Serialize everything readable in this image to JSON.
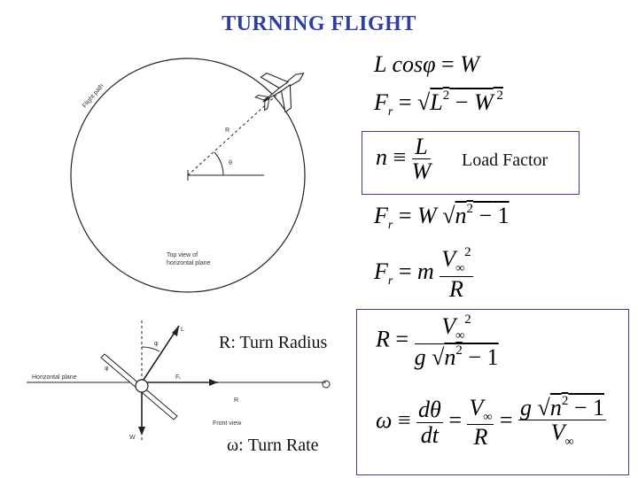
{
  "slide": {
    "title": "TURNING FLIGHT",
    "label_load_factor": "Load Factor",
    "label_turn_radius": "R: Turn Radius",
    "label_turn_rate": "ω: Turn Rate"
  },
  "figure_top": {
    "flight_path": "Flight path",
    "radius_label": "R",
    "angle_label": "θ",
    "caption": "Top view of horizontal plane"
  },
  "figure_bottom": {
    "horizontal_plane": "Horizontal plane",
    "lift_label": "L",
    "phi_label": "φ",
    "fr_label": "Fᵣ",
    "r_label": "R",
    "w_label": "W",
    "caption": "Front view"
  },
  "equations": {
    "eq1": "L cos φ = W",
    "eq2": "Fr = √(L² − W²)",
    "eq3": "n ≡ L / W",
    "eq4": "Fr = W √(n² − 1)",
    "eq5": "Fr = m V∞² / R",
    "eq6": "R = V∞² / (g √(n² − 1))",
    "eq7": "ω ≡ dθ/dt = V∞/R = g √(n² − 1) / V∞"
  },
  "colors": {
    "title": "#2e3ea8",
    "box_border": "#3b3ba0"
  }
}
